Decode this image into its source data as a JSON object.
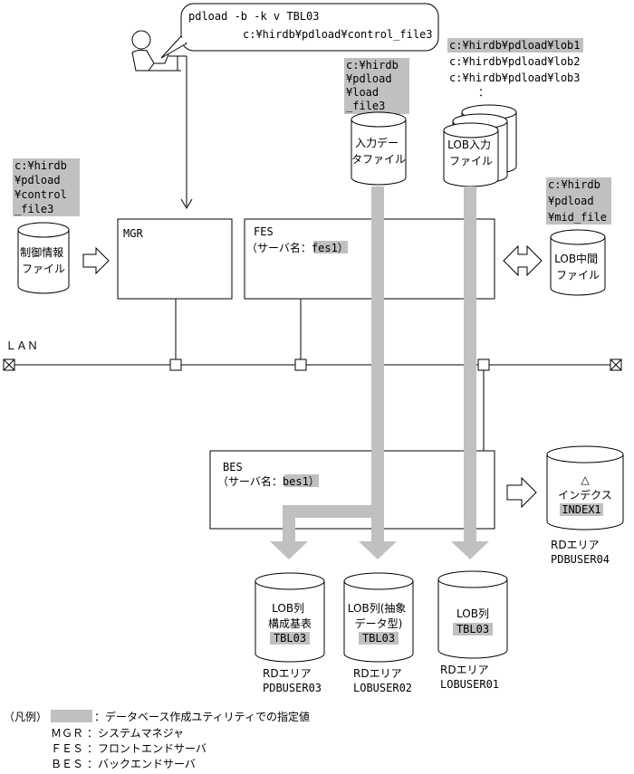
{
  "command": {
    "line1": "pdload -b -k v TBL03",
    "line2": "c:¥hirdb¥pdload¥control_file3"
  },
  "load_path": [
    "c:¥hirdb",
    "¥pdload",
    "¥load",
    "_file3"
  ],
  "load_file_label": [
    "入力デー",
    "タファイル"
  ],
  "lob_paths": [
    "c:¥hirdb¥pdload¥lob1",
    "c:¥hirdb¥pdload¥lob2",
    "c:¥hirdb¥pdload¥lob3",
    "："
  ],
  "lob_input_label": [
    "LOB入力",
    "ファイル"
  ],
  "control_path": [
    "c:¥hirdb",
    "¥pdload",
    "¥control",
    "_file3"
  ],
  "control_file_label": [
    "制御情報",
    "ファイル"
  ],
  "mid_path": [
    "c:¥hirdb",
    "¥pdload",
    "¥mid_file"
  ],
  "mid_file_label": [
    "LOB中間",
    "ファイル"
  ],
  "mgr_label": "MGR",
  "fes": {
    "label": "FES",
    "server_prefix": "（サーバ名：",
    "server_name": "fes1",
    "server_suffix": "）"
  },
  "lan_label": "ＬＡＮ",
  "bes": {
    "label": "BES",
    "server_prefix": "（サーバ名：",
    "server_name": "bes1",
    "server_suffix": "）"
  },
  "index": {
    "symbol": "△",
    "label": "インデクス",
    "name": "INDEX1",
    "area_label": "RDエリア",
    "area_name": "PDBUSER04"
  },
  "db1": {
    "lines": [
      "LOB列",
      "構成基表"
    ],
    "table": "TBL03",
    "area_label": "RDエリア",
    "area_name": "PDBUSER03"
  },
  "db2": {
    "lines": [
      "LOB列(抽象",
      "データ型)"
    ],
    "table": "TBL03",
    "area_label": "RDエリア",
    "area_name": "LOBUSER02"
  },
  "db3": {
    "lines": [
      "LOB列"
    ],
    "table": "TBL03",
    "area_label": "RDエリア",
    "area_name": "LOBUSER01"
  },
  "legend": {
    "title": "（凡例）",
    "swatch_text": "：データベース作成ユティリティでの指定値",
    "items": [
      {
        "abbr": "ＭＧＲ",
        "desc": "：システムマネジャ"
      },
      {
        "abbr": "ＦＥＳ",
        "desc": "：フロントエンドサーバ"
      },
      {
        "abbr": "ＢＥＳ",
        "desc": "：バックエンドサーバ"
      }
    ]
  },
  "colors": {
    "highlight": "#c0c0c0",
    "flow": "#c0c0c0",
    "line": "#000000"
  }
}
